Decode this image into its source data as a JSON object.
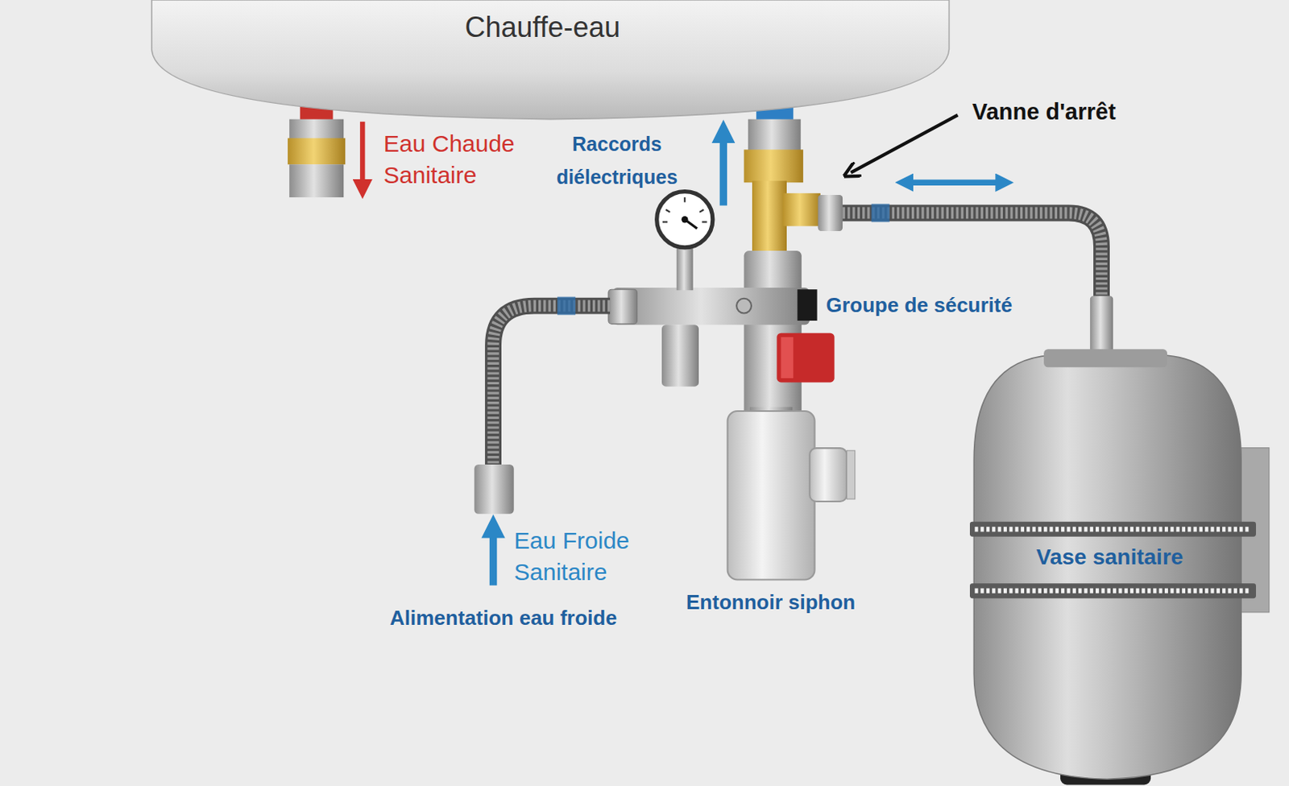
{
  "diagram": {
    "nodes": [
      {
        "text": [
          "Chauffe-eau"
        ]
      },
      {
        "text": [
          "Vase sanitaire"
        ]
      }
    ],
    "labels": [
      "Eau Chaude Sanitaire",
      "Raccords diélectriques",
      "Vanne d'arrêt",
      "Groupe de sécurité",
      "Eau Froide Sanitaire",
      "Alimentation eau froide",
      "Entonnoir siphon"
    ]
  }
}
